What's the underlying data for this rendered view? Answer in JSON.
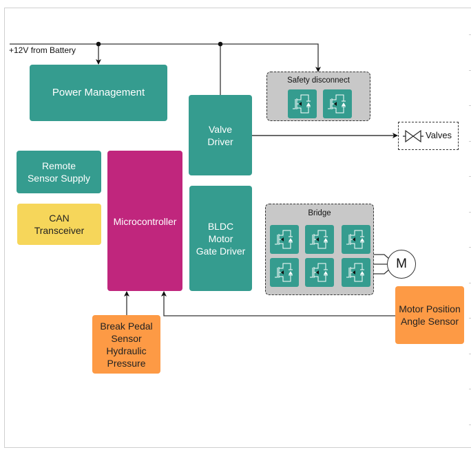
{
  "supply": {
    "label": "+12V from Battery"
  },
  "blocks": {
    "power_management": "Power Management",
    "valve_driver": "Valve\nDriver",
    "remote_sensor_supply": "Remote\nSensor Supply",
    "can_transceiver": "CAN\nTransceiver",
    "microcontroller": "Microcontroller",
    "bldc_gate_driver": "BLDC\nMotor\nGate Driver",
    "brake_pedal_sensor": "Break Pedal\nSensor\nHydraulic\nPressure",
    "motor_position_sensor": "Motor Position\nAngle Sensor"
  },
  "groups": {
    "safety_disconnect": {
      "title": "Safety disconnect",
      "switch_count": 2
    },
    "bridge": {
      "title": "Bridge",
      "switch_count": 6
    }
  },
  "valves": {
    "label": "Valves",
    "icon": "valve-icon"
  },
  "motor": {
    "label": "M",
    "icon": "motor-icon"
  },
  "colors": {
    "teal": "#359c8f",
    "microcontroller": "#c0267d",
    "yellow": "#f6d65a",
    "orange": "#fd9a45",
    "group_bg": "#c8c8c8"
  }
}
